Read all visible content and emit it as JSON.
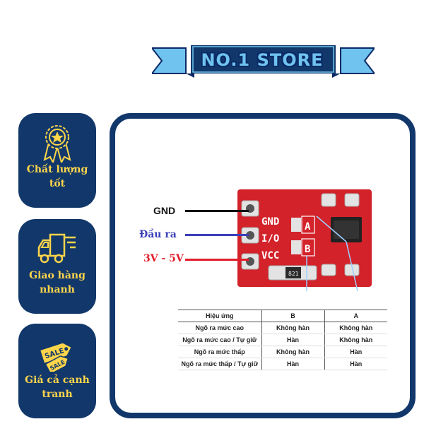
{
  "banner": {
    "title": "NO.1 STORE",
    "fill_color": "#6fc3ee",
    "outline_color": "#0b2a66"
  },
  "badges": [
    {
      "icon": "award-ribbon-icon",
      "label": "Chất lượng tốt"
    },
    {
      "icon": "delivery-truck-icon",
      "label": "Giao hàng nhanh"
    },
    {
      "icon": "sale-tag-icon",
      "label": "Giá cả cạnh tranh",
      "tag_text_1": "SALE",
      "tag_text_2": "SALE"
    }
  ],
  "theme": {
    "navy": "#12386b",
    "gold": "#ffd54a",
    "board_red": "#d3222a"
  },
  "board": {
    "silkscreen": {
      "gnd": "GND",
      "io": "I/O",
      "vcc": "VCC",
      "pad_a": "A",
      "pad_b": "B",
      "chip": "821"
    }
  },
  "pins": {
    "gnd": {
      "label": "GND",
      "color": "#111111"
    },
    "out": {
      "label": "Đầu ra",
      "color": "#3b40b8"
    },
    "vcc": {
      "label": "3V - 5V",
      "color": "#e21d2a"
    }
  },
  "table": {
    "headers": [
      "Hiệu ứng",
      "B",
      "A"
    ],
    "rows": [
      [
        "Ngõ ra mức cao",
        "Không hàn",
        "Không hàn"
      ],
      [
        "Ngõ ra mức cao / Tự giữ",
        "Hàn",
        "Không hàn"
      ],
      [
        "Ngõ ra mức thấp",
        "Không hàn",
        "Hàn"
      ],
      [
        "Ngõ ra mức thấp / Tự giữ",
        "Hàn",
        "Hàn"
      ]
    ]
  }
}
